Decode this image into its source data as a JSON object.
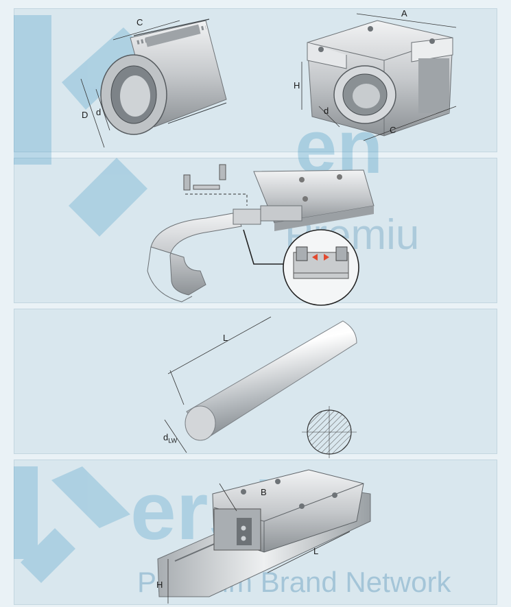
{
  "watermark": {
    "brand_fragment_top": "en",
    "premium_fragment": "Premiu",
    "brand_fragment_bottom": "ersia",
    "network_text": "Premium Brand Network"
  },
  "panel1": {
    "bearing_labels": {
      "c": "C",
      "D": "D",
      "d": "d"
    },
    "housing_labels": {
      "A": "A",
      "H": "H",
      "d": "d",
      "C": "C"
    }
  },
  "panel3": {
    "shaft_labels": {
      "L": "L",
      "d": "d",
      "d_sub": "LW"
    }
  },
  "panel4": {
    "guide_labels": {
      "B": "B",
      "L": "L",
      "H": "H"
    }
  },
  "colors": {
    "panel_bg": "#d9e7ee",
    "metal": "#c9ccce",
    "metal_dark": "#8f9498",
    "watermark": "#2f8fbf",
    "accent_red": "#e24a2f"
  }
}
